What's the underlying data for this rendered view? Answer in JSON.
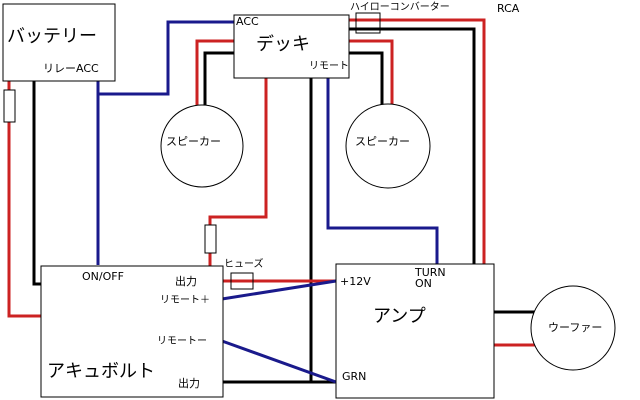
{
  "colors": {
    "red": "#cc2222",
    "black": "#000000",
    "blue": "#1a1a8c",
    "outline": "#000000"
  },
  "components": {
    "battery": {
      "name": "バッテリー",
      "relay_acc": "リレーACC"
    },
    "deck": {
      "name": "デッキ",
      "acc": "ACC",
      "remote": "リモート"
    },
    "hilo_converter": {
      "name": "ハイローコンバーター"
    },
    "rca": {
      "name": "RCA"
    },
    "speaker_left": {
      "name": "スピーカー"
    },
    "speaker_right": {
      "name": "スピーカー"
    },
    "fuse": {
      "name": "ヒューズ"
    },
    "accubolt": {
      "name": "アキュボルト",
      "on_off": "ON/OFF",
      "output_top": "出力",
      "remote_plus": "リモート＋",
      "remote_minus": "リモートー",
      "output_bottom": "出力"
    },
    "amp": {
      "name": "アンプ",
      "plus12v": "+12V",
      "turn_on": [
        "TURN",
        "ON"
      ],
      "gnd": "GRN"
    },
    "woofer": {
      "name": "ウーファー"
    }
  }
}
